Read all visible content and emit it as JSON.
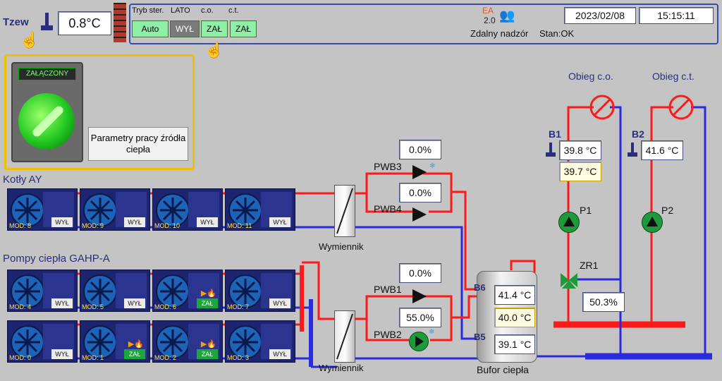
{
  "header": {
    "tzew_label": "Tzew",
    "tzew_value": "0.8°C",
    "mode_label": "Tryb ster.",
    "season_label": "LATO",
    "co_label": "c.o.",
    "ct_label": "c.t.",
    "buttons": [
      "Auto",
      "WYŁ",
      "ZAŁ",
      "ZAŁ"
    ],
    "brand_top": "EA",
    "brand_bottom": "2.0",
    "remote_label": "Zdalny nadzór",
    "status_label": "Stan:OK",
    "date": "2023/02/08",
    "time": "15:15:11"
  },
  "source": {
    "switch_label": "ZAŁĄCZONY",
    "params_button": "Parametry pracy źródła ciepła"
  },
  "groups": {
    "boilers": "Kotły AY",
    "heatpumps": "Pompy ciepła GAHP-A"
  },
  "boiler_modules": [
    {
      "mod": "MOD: 8",
      "status": "WYŁ"
    },
    {
      "mod": "MOD: 9",
      "status": "WYŁ"
    },
    {
      "mod": "MOD: 10",
      "status": "WYŁ"
    },
    {
      "mod": "MOD: 11",
      "status": "WYŁ"
    }
  ],
  "hp_row1": [
    {
      "mod": "MOD: 4",
      "status": "WYŁ"
    },
    {
      "mod": "MOD: 5",
      "status": "WYŁ"
    },
    {
      "mod": "MOD: 6",
      "status": "ZAŁ"
    },
    {
      "mod": "MOD: 7",
      "status": "WYŁ"
    }
  ],
  "hp_row2": [
    {
      "mod": "MOD: 0",
      "status": "WYŁ"
    },
    {
      "mod": "MOD: 1",
      "status": "ZAŁ"
    },
    {
      "mod": "MOD: 2",
      "status": "ZAŁ"
    },
    {
      "mod": "MOD: 3",
      "status": "WYŁ"
    }
  ],
  "exchangers": {
    "top": "Wymiennik",
    "bottom": "Wymiennik"
  },
  "pumps": {
    "pwb3": {
      "label": "PWB3",
      "value": "0.0%"
    },
    "pwb4": {
      "label": "PWB4",
      "value": "0.0%"
    },
    "pwb1": {
      "label": "PWB1",
      "value": "0.0%"
    },
    "pwb2": {
      "label": "PWB2",
      "value": "55.0%"
    }
  },
  "buffer": {
    "label": "Bufor ciepła",
    "b6_label": "B6",
    "b5_label": "B5",
    "t_top": "41.4 °C",
    "t_mid": "40.0 °C",
    "t_bot": "39.1 °C"
  },
  "circuits": {
    "co_title": "Obieg c.o.",
    "ct_title": "Obieg c.t.",
    "b1_label": "B1",
    "b1_value": "39.8 °C",
    "b1_setpoint": "39.7 °C",
    "b2_label": "B2",
    "b2_value": "41.6 °C",
    "p1_label": "P1",
    "p2_label": "P2",
    "zr1_label": "ZR1",
    "zr1_value": "50.3%"
  },
  "colors": {
    "supply": "#ff1a1a",
    "return": "#2a2ae0",
    "pump_green": "#1f9a3a",
    "frame_yellow": "#f0c000"
  }
}
